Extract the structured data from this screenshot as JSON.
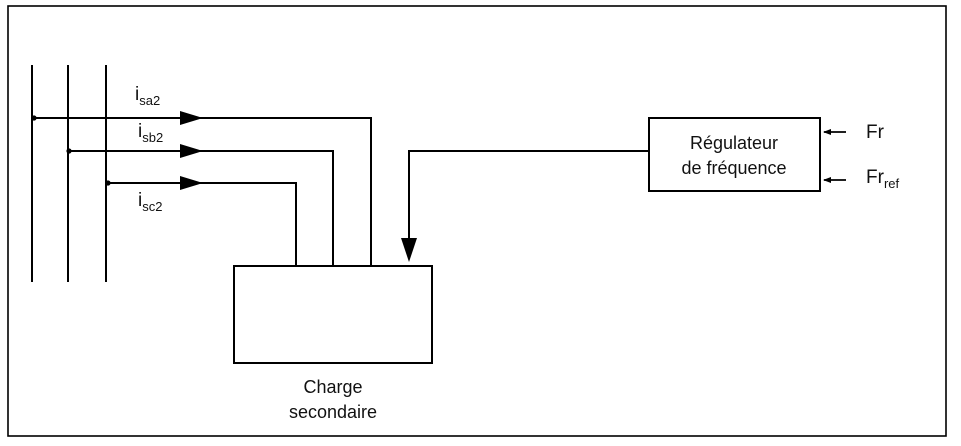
{
  "currents": {
    "a": {
      "base": "i",
      "sub": "sa2"
    },
    "b": {
      "base": "i",
      "sub": "sb2"
    },
    "c": {
      "base": "i",
      "sub": "sc2"
    }
  },
  "regulator": {
    "line1": "Régulateur",
    "line2": "de fréquence"
  },
  "inputs": {
    "fr": "Fr",
    "fr_ref": {
      "base": "Fr",
      "sub": "ref"
    }
  },
  "load": {
    "line1": "Charge",
    "line2": "secondaire"
  }
}
